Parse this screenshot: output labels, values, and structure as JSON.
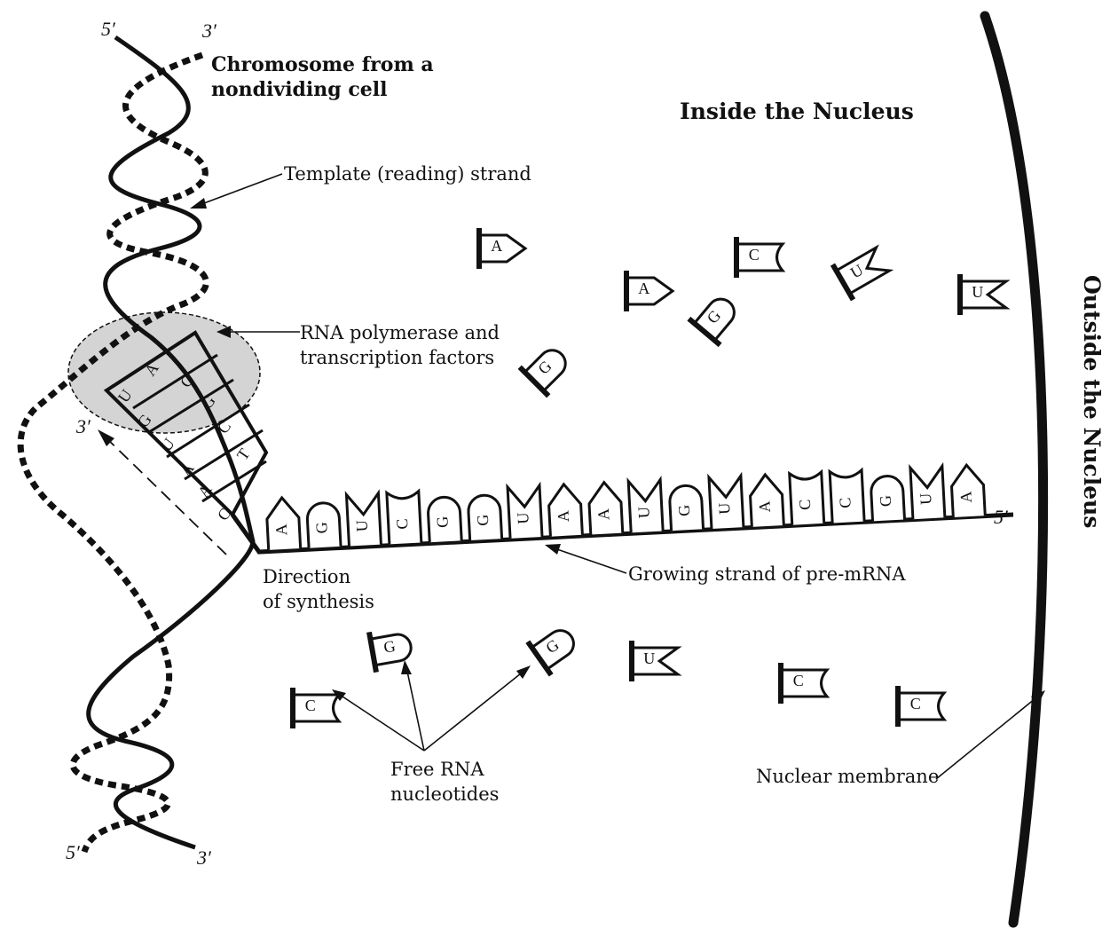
{
  "labels": {
    "chromosome_line1": "Chromosome from a",
    "chromosome_line2": "nondividing cell",
    "inside_nucleus": "Inside the Nucleus",
    "outside_nucleus": "Outside the Nucleus",
    "template_strand": "Template (reading) strand",
    "polymerase_line1": "RNA polymerase and",
    "polymerase_line2": "transcription factors",
    "growing_strand": "Growing strand of pre-mRNA",
    "direction_line1": "Direction",
    "direction_line2": "of synthesis",
    "free_nucleotides_line1": "Free RNA",
    "free_nucleotides_line2": "nucleotides",
    "nuclear_membrane": "Nuclear membrane"
  },
  "strand_ends": {
    "top_left": "5′",
    "top_right": "3′",
    "bottom_left": "5′",
    "bottom_right": "3′",
    "rna_start": "3′",
    "rna_end": "5′"
  },
  "pre_mrna_bases": [
    "A",
    "G",
    "U",
    "C",
    "G",
    "G",
    "U",
    "A",
    "A",
    "U",
    "G",
    "U",
    "A",
    "C",
    "C",
    "G",
    "U",
    "A"
  ],
  "bubble_bases": [
    "U",
    "A",
    "G",
    "C",
    "U",
    "G",
    "A",
    "C",
    "A",
    "T",
    "C"
  ],
  "free_nucleotides_top": [
    "A",
    "A",
    "C",
    "U",
    "U",
    "G",
    "G"
  ],
  "free_nucleotides_bottom": [
    "C",
    "G",
    "G",
    "U",
    "C",
    "C"
  ],
  "colors": {
    "ink": "#111111",
    "polymerase_fill": "#d4d4d4"
  }
}
